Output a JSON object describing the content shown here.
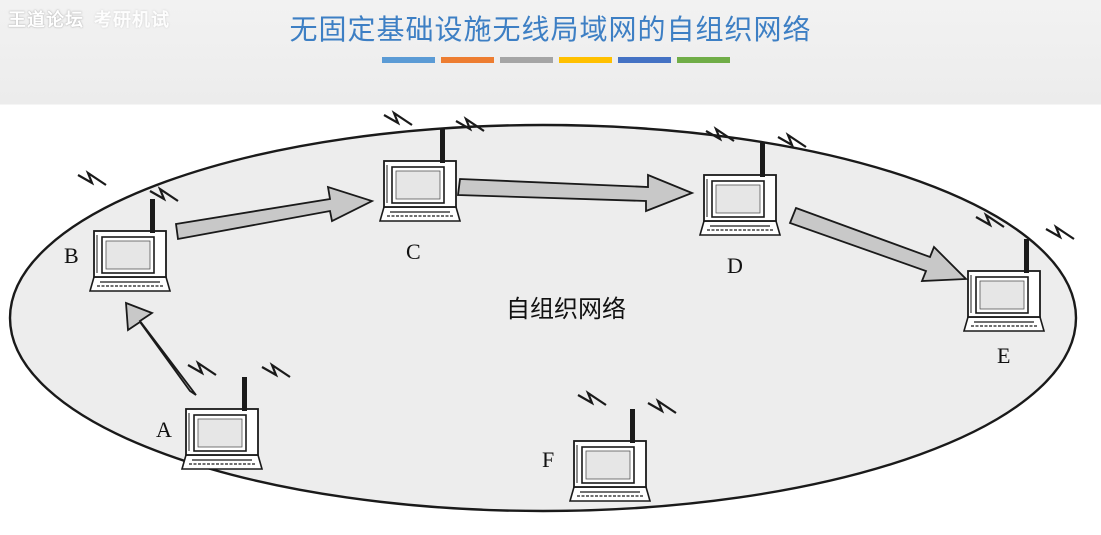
{
  "watermark": {
    "text": "王道论坛",
    "logo": "考研机试"
  },
  "title": "无固定基础设施无线局域网的自组织网络",
  "color_bar": [
    "#5b9bd5",
    "#ed7d31",
    "#a5a5a5",
    "#ffc000",
    "#4472c4",
    "#70ad47"
  ],
  "diagram": {
    "network_label": "自组织网络",
    "nodes": [
      {
        "id": "B",
        "label": "B"
      },
      {
        "id": "C",
        "label": "C"
      },
      {
        "id": "D",
        "label": "D"
      },
      {
        "id": "E",
        "label": "E"
      },
      {
        "id": "A",
        "label": "A"
      },
      {
        "id": "F",
        "label": "F"
      }
    ],
    "links": [
      {
        "from": "A",
        "to": "B"
      },
      {
        "from": "B",
        "to": "C"
      },
      {
        "from": "C",
        "to": "D"
      },
      {
        "from": "D",
        "to": "E"
      }
    ],
    "colors": {
      "ellipse_fill": "#ededed",
      "arrow_fill": "#c8c8c8",
      "stroke": "#1a1a1a"
    }
  }
}
